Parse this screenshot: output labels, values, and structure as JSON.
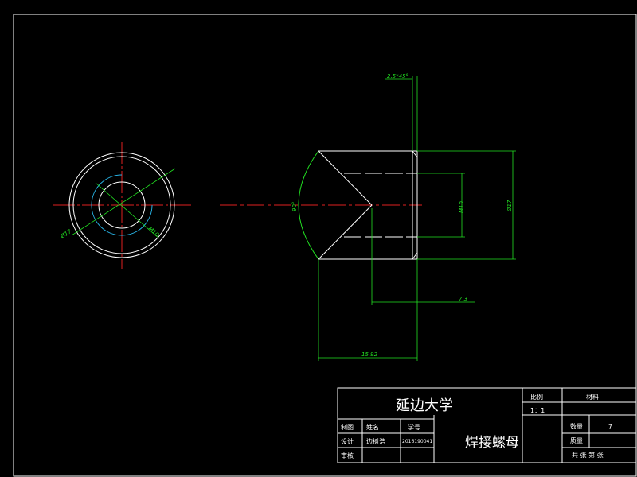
{
  "dimensions": {
    "chamfer": "2.5*45°",
    "dia17_left": "Ø17",
    "m10_left": "M10",
    "angle": "90°",
    "m10_right": "M10",
    "dia17_right": "Ø17",
    "len_7_3": "7.3",
    "len_15_92": "15.92"
  },
  "title_block": {
    "university": "延边大学",
    "scale_label": "比例",
    "scale_value": "1：1",
    "material_label": "材料",
    "drawn_label": "制图",
    "name_label": "姓名",
    "id_label": "学号",
    "design_label": "设计",
    "designer_name": "边树浩",
    "student_id": "2016190041",
    "part_name": "焊接螺母",
    "quantity_label": "数量",
    "quantity_value": "7",
    "mass_label": "质量",
    "review_label": "审核",
    "sheets_text": "共 张 第 张"
  },
  "colors": {
    "background": "#000000",
    "outline": "#ffffff",
    "dimension": "#22e022",
    "centerline": "#e02020",
    "thread": "#28b4e6"
  }
}
